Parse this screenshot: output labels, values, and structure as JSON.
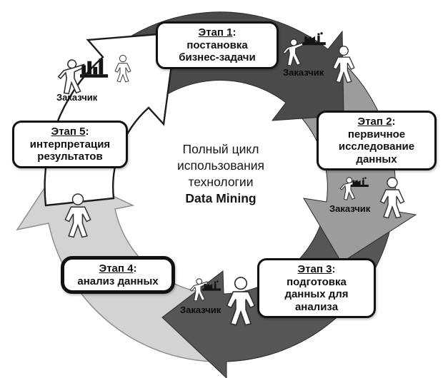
{
  "center": {
    "line1": "Полный цикл",
    "line2": "использования",
    "line3": "технологии",
    "brand": "Data Mining"
  },
  "stages": [
    {
      "title": "Этап 1",
      "colon": ":",
      "lines": [
        "постановка",
        "бизнес-задачи"
      ]
    },
    {
      "title": "Этап 2",
      "colon": ":",
      "lines": [
        "первичное",
        "исследование",
        "данных"
      ]
    },
    {
      "title": "Этап 3",
      "colon": ":",
      "lines": [
        "подготовка",
        "данных для",
        "анализа"
      ]
    },
    {
      "title": "Этап 4",
      "colon": ":",
      "lines": [
        "анализ данных"
      ]
    },
    {
      "title": "Этап 5",
      "colon": ":",
      "lines": [
        "интерпретация",
        "результатов"
      ]
    }
  ],
  "labels": {
    "customer": "Заказчик"
  },
  "colors": {
    "stage1_arrow": "#4a4a4a",
    "stage2_arrow": "#9c9c9c",
    "stage3_arrow": "#565656",
    "stage4_arrow": "#d3d3d3",
    "stage5_arrow": "#ffffff",
    "box_border": "#111111",
    "figure_fill": "#ffffff",
    "icon_fill": "#141414",
    "text": "#111111"
  },
  "icons": {
    "customer_presenting": "person-pointing-icon",
    "person": "person-standing-icon",
    "business": "factory-icon",
    "results": "bar-chart-icon"
  }
}
